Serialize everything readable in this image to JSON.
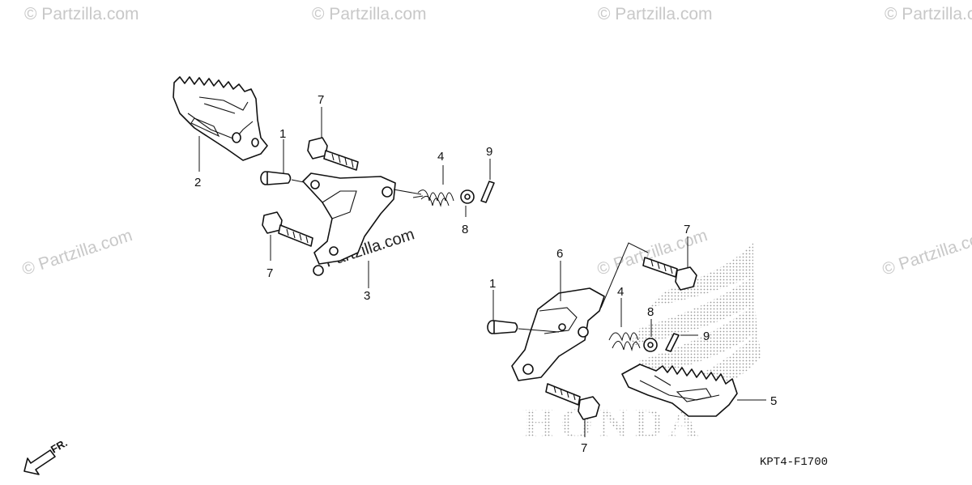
{
  "diagram": {
    "callouts": [
      {
        "id": "c-2-left",
        "label": "2"
      },
      {
        "id": "c-1-left",
        "label": "1"
      },
      {
        "id": "c-7-top",
        "label": "7"
      },
      {
        "id": "c-4-left",
        "label": "4"
      },
      {
        "id": "c-9-left",
        "label": "9"
      },
      {
        "id": "c-8-left",
        "label": "8"
      },
      {
        "id": "c-7-left-low",
        "label": "7"
      },
      {
        "id": "c-3",
        "label": "3"
      },
      {
        "id": "c-6",
        "label": "6"
      },
      {
        "id": "c-7-right-top",
        "label": "7"
      },
      {
        "id": "c-1-right",
        "label": "1"
      },
      {
        "id": "c-4-right",
        "label": "4"
      },
      {
        "id": "c-8-right",
        "label": "8"
      },
      {
        "id": "c-9-right",
        "label": "9"
      },
      {
        "id": "c-5",
        "label": "5"
      },
      {
        "id": "c-7-bottom",
        "label": "7"
      }
    ],
    "diagram_code": "KPT4-F1700",
    "front_indicator": "FR.",
    "brand_background": "HONDA"
  },
  "watermark": {
    "text": "© Partzilla.com",
    "center_text": "Partzilla.com"
  },
  "colors": {
    "line": "#111111",
    "watermark": "#c8c8c8",
    "dots": "#9a9a9a"
  }
}
